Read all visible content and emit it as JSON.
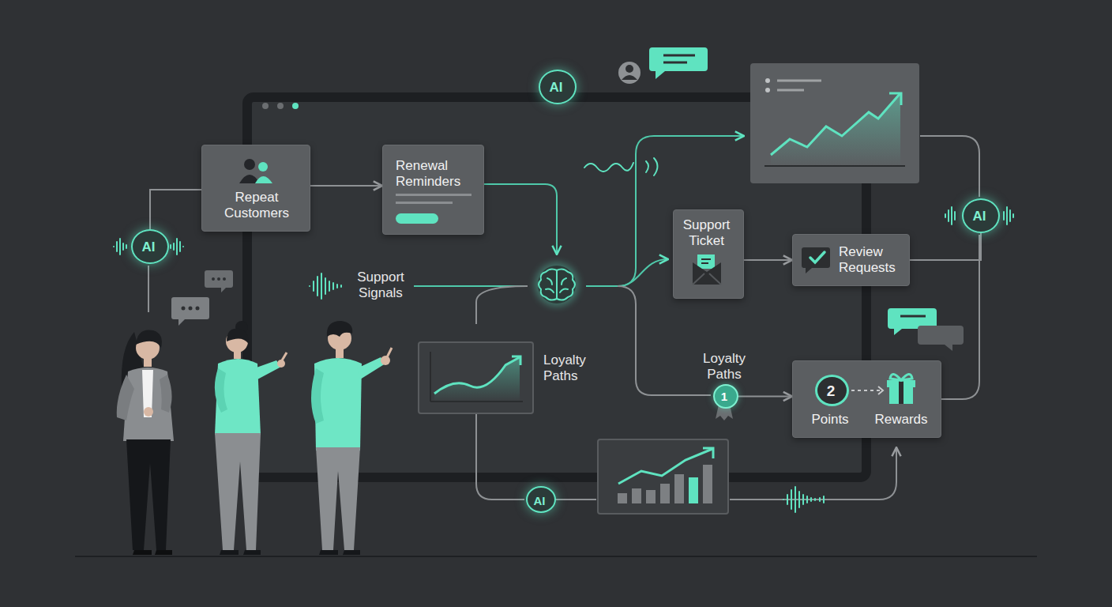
{
  "diagram": {
    "nodes": [
      {
        "text": [
          "AI"
        ]
      },
      {
        "text": [
          "Repeat Customers"
        ]
      },
      {
        "text": [
          "Renewal Reminders"
        ]
      },
      {
        "text": [
          "AI"
        ]
      },
      {
        "text": [
          "Support Ticket"
        ]
      },
      {
        "text": [
          "Review Requests"
        ]
      },
      {
        "text": [
          "AI"
        ]
      },
      {
        "text": [
          "Points",
          "Rewards"
        ]
      },
      {
        "text": [
          "2"
        ],
        "in": 7
      },
      {
        "text": [
          "AI"
        ]
      },
      {
        "text": [
          "1"
        ]
      }
    ],
    "edges": [
      {
        "from": 1,
        "to": 2,
        "arrow": "to"
      },
      {
        "from": 3,
        "to": 1,
        "arrow": "none"
      },
      {
        "from": 4,
        "to": 5,
        "arrow": "to"
      },
      {
        "from": 5,
        "to": 6,
        "arrow": "none"
      },
      {
        "from": 10,
        "to": 7,
        "arrow": "to"
      }
    ],
    "labels": [
      "Support Signals",
      "Loyalty Paths",
      "Loyalty Paths"
    ]
  }
}
